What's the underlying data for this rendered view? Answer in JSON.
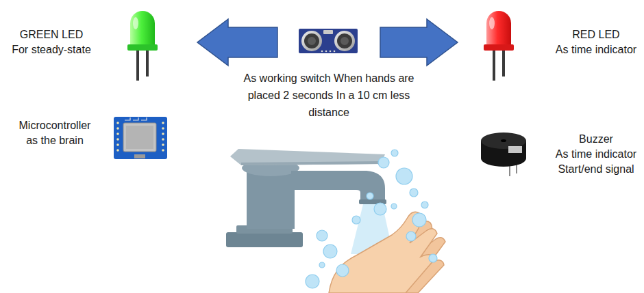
{
  "diagram": {
    "nodes": [
      {
        "text": [
          "GREEN LED",
          "For steady-state"
        ]
      },
      {
        "text": [
          "As working switch When hands are placed 2 seconds In a 10 cm less distance"
        ]
      },
      {
        "text": [
          "RED LED",
          "As time indicator"
        ]
      },
      {
        "text": [
          "Microcontroller",
          "as the brain"
        ]
      },
      {
        "text": [
          "Buzzer",
          "As time indicator Start/end signal"
        ]
      }
    ],
    "edges": [
      {
        "from": 1,
        "to": 0,
        "arrow": "to"
      },
      {
        "from": 1,
        "to": 2,
        "arrow": "to"
      }
    ]
  }
}
